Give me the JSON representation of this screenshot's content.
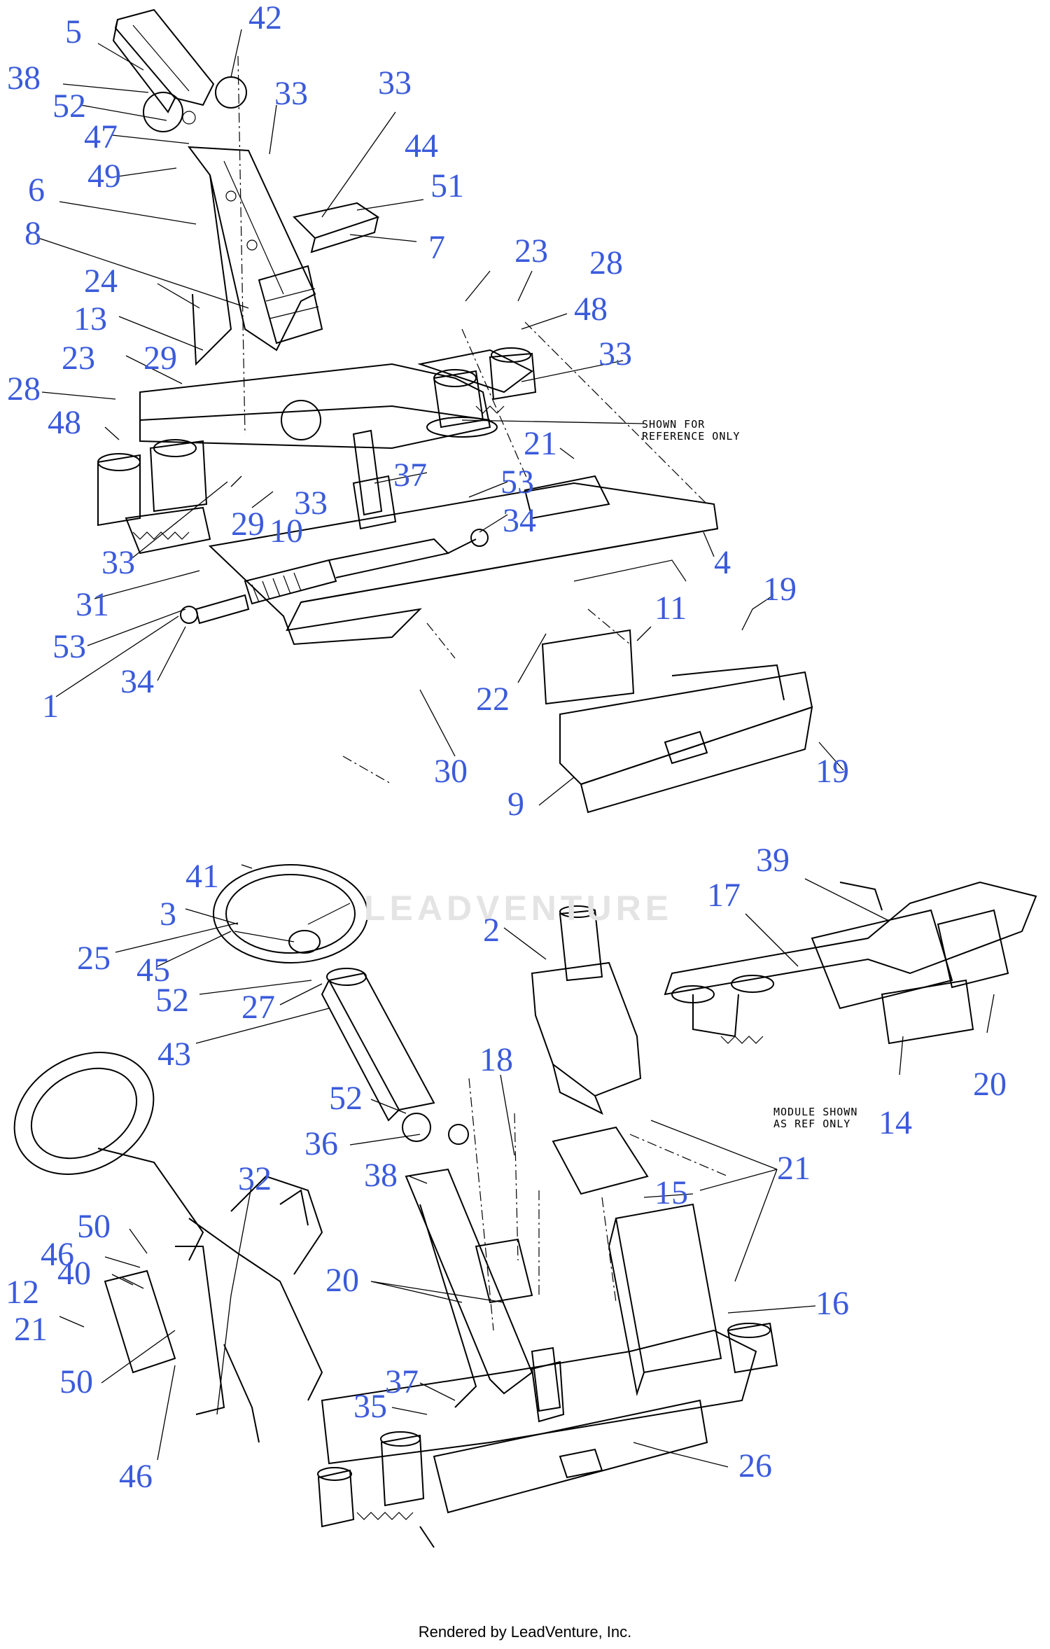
{
  "footer": "Rendered by LeadVenture, Inc.",
  "watermark": "LEADVENTURE",
  "notes": {
    "reference": "SHOWN FOR\nREFERENCE ONLY",
    "module": "MODULE SHOWN\nAS REF ONLY"
  },
  "callouts": [
    "5",
    "42",
    "38",
    "52",
    "33",
    "47",
    "33",
    "49",
    "44",
    "51",
    "6",
    "7",
    "8",
    "23",
    "28",
    "24",
    "48",
    "13",
    "33",
    "23",
    "29",
    "28",
    "48",
    "21",
    "37",
    "53",
    "33",
    "29",
    "10",
    "34",
    "33",
    "4",
    "31",
    "19",
    "11",
    "53",
    "22",
    "1",
    "34",
    "30",
    "19",
    "9",
    "41",
    "3",
    "39",
    "17",
    "25",
    "45",
    "2",
    "52",
    "27",
    "43",
    "18",
    "20",
    "52",
    "14",
    "36",
    "38",
    "21",
    "15",
    "32",
    "20",
    "50",
    "46",
    "16",
    "40",
    "12",
    "21",
    "37",
    "35",
    "26",
    "50",
    "46"
  ]
}
